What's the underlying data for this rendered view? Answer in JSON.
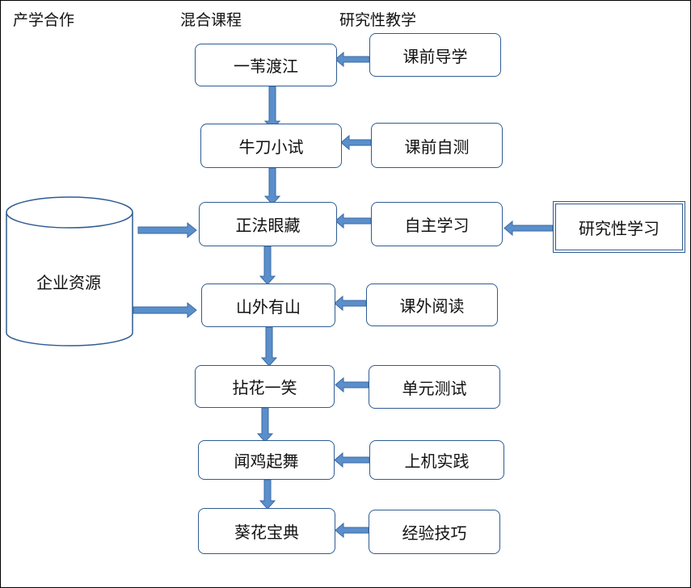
{
  "headers": {
    "industry": "产学合作",
    "blended": "混合课程",
    "research": "研究性教学"
  },
  "enterprise": {
    "label": "企业资源"
  },
  "main_steps": [
    {
      "label": "一苇渡江"
    },
    {
      "label": "牛刀小试"
    },
    {
      "label": "正法眼藏"
    },
    {
      "label": "山外有山"
    },
    {
      "label": "拈花一笑"
    },
    {
      "label": "闻鸡起舞"
    },
    {
      "label": "葵花宝典"
    }
  ],
  "side_steps": [
    {
      "label": "课前导学"
    },
    {
      "label": "课前自测"
    },
    {
      "label": "自主学习"
    },
    {
      "label": "课外阅读"
    },
    {
      "label": "单元测试"
    },
    {
      "label": "上机实践"
    },
    {
      "label": "经验技巧"
    }
  ],
  "research_box": {
    "label": "研究性学习"
  },
  "colors": {
    "arrow_fill": "#5b8fcb",
    "arrow_stroke": "#3a6aa6",
    "box_border": "#2f5c92"
  }
}
